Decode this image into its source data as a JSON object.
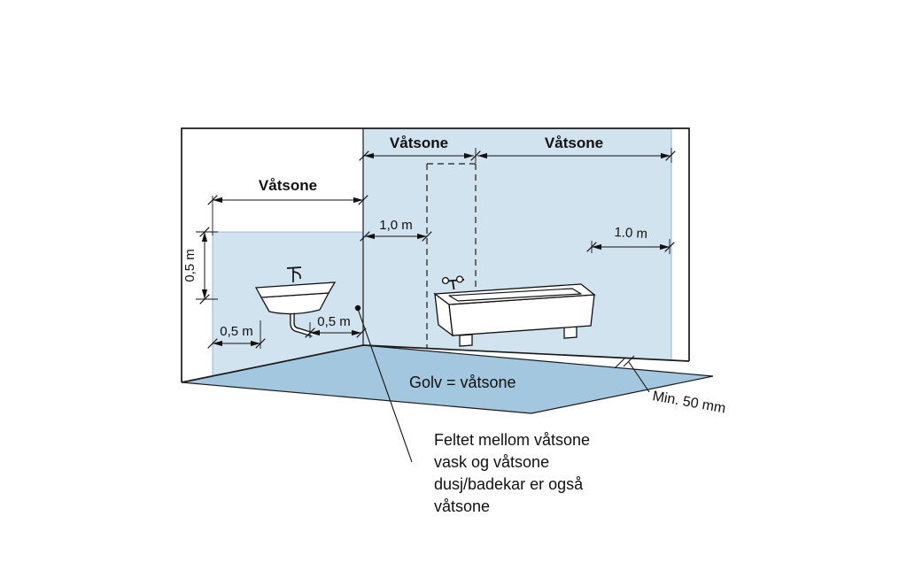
{
  "diagram": {
    "colors": {
      "wall_zone": "#d2e3f0",
      "floor_zone": "#a4c7e0"
    },
    "labels": {
      "zone_left_wall": "Våtsone",
      "zone_shower": "Våtsone",
      "zone_tub": "Våtsone",
      "dim_height_left": "0,5 m",
      "dim_sink_left": "0,5 m",
      "dim_sink_right": "0,5 m",
      "dim_shower_width": "1,0 m",
      "dim_tub_clearance": "1.0 m",
      "floor_label": "Golv = våtsone",
      "min_distance": "Min. 50 mm",
      "note": [
        "Feltet mellom våtsone",
        "vask og våtsone",
        "dusj/badekar er også",
        "våtsone"
      ]
    }
  }
}
